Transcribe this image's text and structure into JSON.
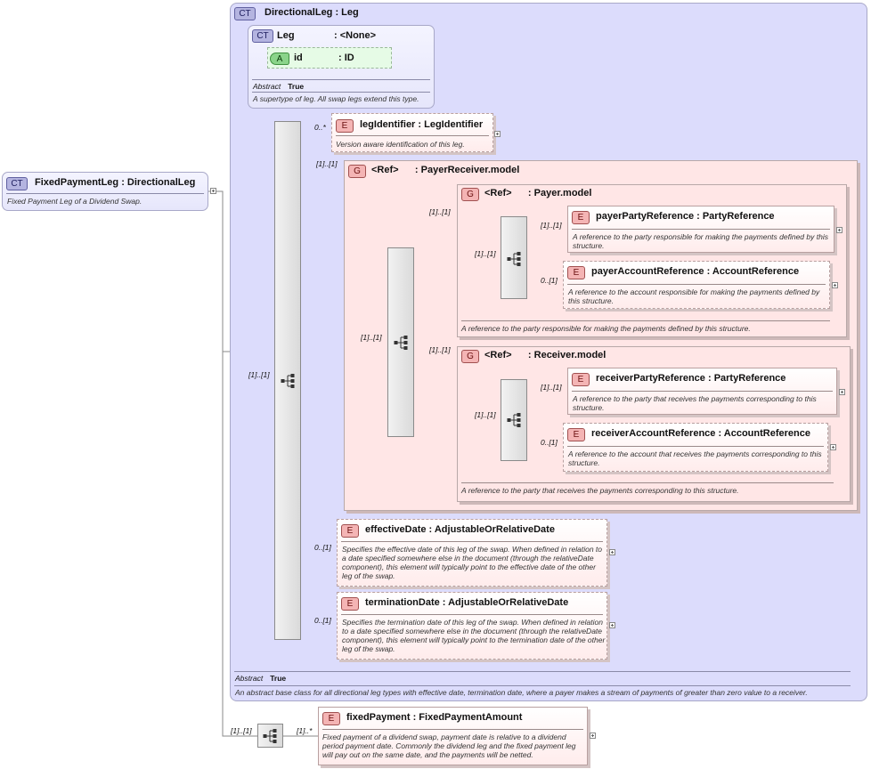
{
  "fixed_payment_leg": {
    "badge": "CT",
    "title": "FixedPaymentLeg : DirectionalLeg",
    "doc": "Fixed Payment Leg of a Dividend Swap."
  },
  "directional_leg": {
    "badge": "CT",
    "title": "DirectionalLeg : Leg",
    "abstract_label": "Abstract",
    "abstract_value": "True",
    "doc": "An abstract base class for all directional leg types with effective date, termination date, where a payer makes a stream of payments of greater than zero value to a receiver."
  },
  "leg": {
    "badge": "CT",
    "name": "Leg",
    "type": ": <None>",
    "attr_badge": "A",
    "attr_name": "id",
    "attr_type": ": ID",
    "abstract_label": "Abstract",
    "abstract_value": "True",
    "doc": "A supertype of leg. All swap legs extend this type."
  },
  "leg_identifier": {
    "badge": "E",
    "title": "legIdentifier : LegIdentifier",
    "doc": "Version aware identification of this leg.",
    "card": "0..*"
  },
  "payer_receiver": {
    "badge": "G",
    "title": "<Ref>      : PayerReceiver.model",
    "card": "[1]..[1]"
  },
  "payer_model": {
    "badge": "G",
    "title": "<Ref>      : Payer.model",
    "card": "[1]..[1]",
    "seq_card": "[1]..[1]",
    "doc": "A reference to the party responsible for making the payments defined by this structure."
  },
  "payer_party_reference": {
    "badge": "E",
    "title": "payerPartyReference : PartyReference",
    "doc": "A reference to the party responsible for making the payments defined by this structure.",
    "card": "[1]..[1]"
  },
  "payer_account_reference": {
    "badge": "E",
    "title": "payerAccountReference : AccountReference",
    "doc": "A reference to the account responsible for making the payments defined by this structure.",
    "card": "0..[1]"
  },
  "receiver_model": {
    "badge": "G",
    "title": "<Ref>      : Receiver.model",
    "card": "[1]..[1]",
    "seq_card": "[1]..[1]",
    "doc": "A reference to the party that receives the payments corresponding to this structure."
  },
  "receiver_party_reference": {
    "badge": "E",
    "title": "receiverPartyReference : PartyReference",
    "doc": "A reference to the party that receives the payments corresponding to this structure.",
    "card": "[1]..[1]"
  },
  "receiver_account_reference": {
    "badge": "E",
    "title": "receiverAccountReference : AccountReference",
    "doc": "A reference to the account that receives the payments corresponding to this structure.",
    "card": "0..[1]"
  },
  "pr_seq_card": "[1]..[1]",
  "main_seq_card": "[1]..[1]",
  "effective_date": {
    "badge": "E",
    "title": "effectiveDate : AdjustableOrRelativeDate",
    "doc": "Specifies the effective date of this leg of the swap. When defined in relation to a date specified somewhere else in the document (through the relativeDate component), this element will typically point to the effective date of the other leg of the swap.",
    "card": "0..[1]"
  },
  "termination_date": {
    "badge": "E",
    "title": "terminationDate : AdjustableOrRelativeDate",
    "doc": "Specifies the termination date of this leg of the swap. When defined in relation to a date specified somewhere else in the document (through the relativeDate component), this element will typically point to the termination date of the other leg of the swap.",
    "card": "0..[1]"
  },
  "bottom_seq_card": "[1]..[1]",
  "fixed_payment": {
    "badge": "E",
    "title": "fixedPayment : FixedPaymentAmount",
    "doc": "Fixed payment of a dividend swap, payment date is relative to a dividend period payment date. Commonly the dividend leg and the fixed payment leg will pay out on the same date, and the payments will be netted.",
    "card": "[1]..*"
  }
}
